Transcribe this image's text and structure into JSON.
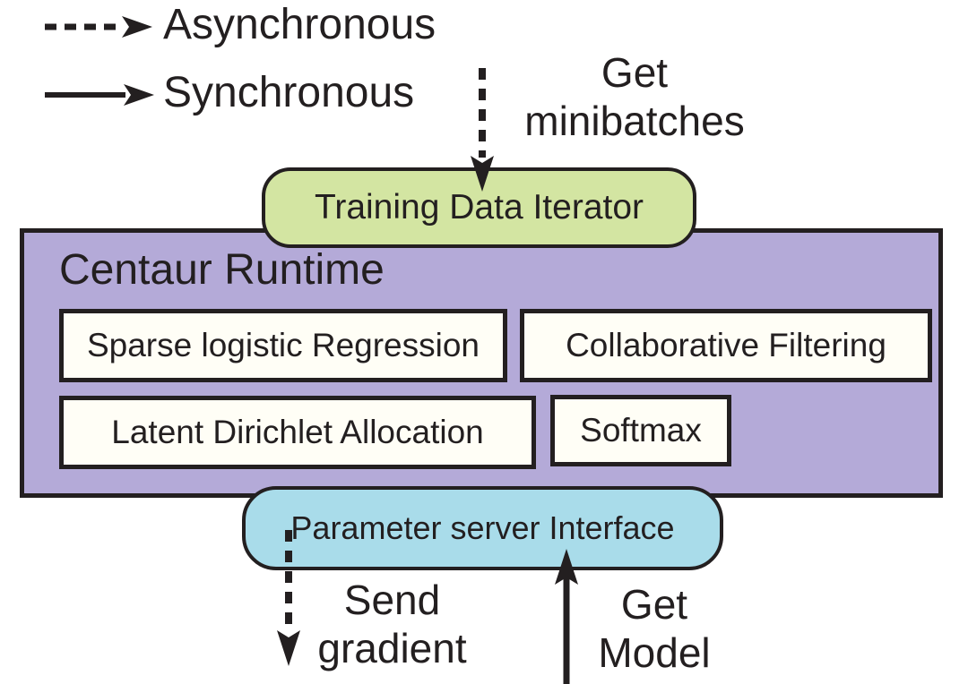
{
  "diagram": {
    "legend": {
      "asynchronous_label": "Asynchronous",
      "synchronous_label": "Synchronous"
    },
    "flows": {
      "get_minibatches": "Get\nminibatches",
      "send_gradient": "Send\ngradient",
      "get_model": "Get\nModel"
    },
    "nodes": {
      "training_data_iterator": "Training Data Iterator",
      "runtime_title": "Centaur Runtime",
      "modules": [
        "Sparse logistic Regression",
        "Collaborative Filtering",
        "Latent Dirichlet Allocation",
        "Softmax"
      ],
      "parameter_server_interface": "Parameter server Interface"
    },
    "colors": {
      "runtime_fill": "#b4aad8",
      "iterator_fill": "#d3e5a2",
      "ps_interface_fill": "#a9dcea",
      "module_fill": "#fffef6",
      "stroke": "#231f20"
    }
  }
}
